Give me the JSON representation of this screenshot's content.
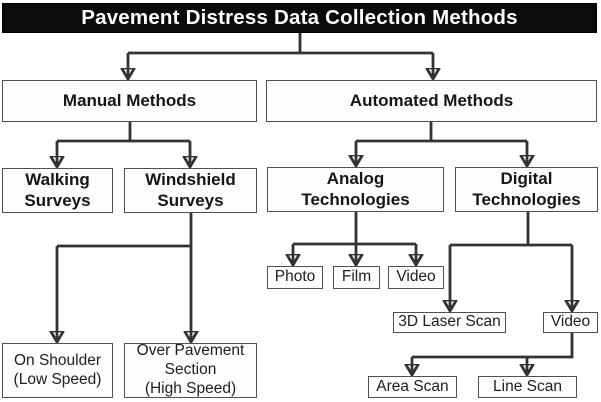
{
  "title": "Pavement Distress Data Collection Methods",
  "nodes": {
    "manual": {
      "label": "Manual Methods"
    },
    "automated": {
      "label": "Automated Methods"
    },
    "walking": {
      "label": "Walking\nSurveys"
    },
    "windshield": {
      "label": "Windshield\nSurveys"
    },
    "analog": {
      "label": "Analog\nTechnologies"
    },
    "digital": {
      "label": "Digital\nTechnologies"
    },
    "photo": {
      "label": "Photo"
    },
    "film": {
      "label": "Film"
    },
    "video_analog": {
      "label": "Video"
    },
    "laser_scan": {
      "label": "3D Laser Scan"
    },
    "video_digital": {
      "label": "Video"
    },
    "area_scan": {
      "label": "Area Scan"
    },
    "line_scan": {
      "label": "Line Scan"
    },
    "on_shoulder": {
      "label": "On Shoulder\n(Low Speed)"
    },
    "over_pavement": {
      "label": "Over Pavement\nSection\n(High Speed)"
    }
  },
  "edges": [
    {
      "from": "title",
      "to": "manual"
    },
    {
      "from": "title",
      "to": "automated"
    },
    {
      "from": "manual",
      "to": "walking"
    },
    {
      "from": "manual",
      "to": "windshield"
    },
    {
      "from": "automated",
      "to": "analog"
    },
    {
      "from": "automated",
      "to": "digital"
    },
    {
      "from": "analog",
      "to": "photo"
    },
    {
      "from": "analog",
      "to": "film"
    },
    {
      "from": "analog",
      "to": "video_analog"
    },
    {
      "from": "digital",
      "to": "laser_scan"
    },
    {
      "from": "digital",
      "to": "video_digital"
    },
    {
      "from": "windshield",
      "to": "on_shoulder"
    },
    {
      "from": "windshield",
      "to": "over_pavement"
    },
    {
      "from": "video_digital",
      "to": "area_scan"
    },
    {
      "from": "video_digital",
      "to": "line_scan"
    }
  ],
  "colors": {
    "title_bg": "#0b0b0b",
    "title_text": "#ffffff",
    "line": "#333333",
    "box_border": "#505050",
    "box_fill": "#fdfdfd"
  }
}
